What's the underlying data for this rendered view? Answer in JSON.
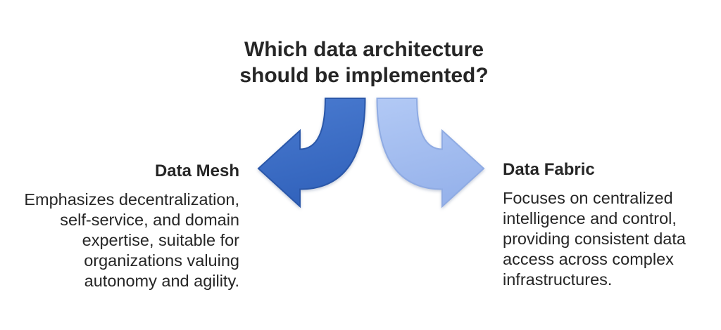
{
  "title": "Which data architecture\nshould be implemented?",
  "branches": {
    "left": {
      "heading": "Data Mesh",
      "description": "Emphasizes decentralization,\nself-service, and domain\nexpertise, suitable for\norganizations valuing\nautonomy and agility."
    },
    "right": {
      "heading": "Data Fabric",
      "description": "Focuses on centralized\nintelligence and control,\nproviding consistent data\naccess across complex\ninfrastructures."
    }
  },
  "arrows": {
    "left": {
      "icon": "curved-arrow-left-icon",
      "fill_top": "#4A7BD0",
      "fill_bottom": "#3263BC",
      "stroke": "#2A57A9"
    },
    "right": {
      "icon": "curved-arrow-right-icon",
      "fill_top": "#B2C9F5",
      "fill_bottom": "#97B3EB",
      "stroke": "#8FABE3"
    }
  },
  "colors": {
    "text": "#262626",
    "background": "#FFFFFF"
  }
}
